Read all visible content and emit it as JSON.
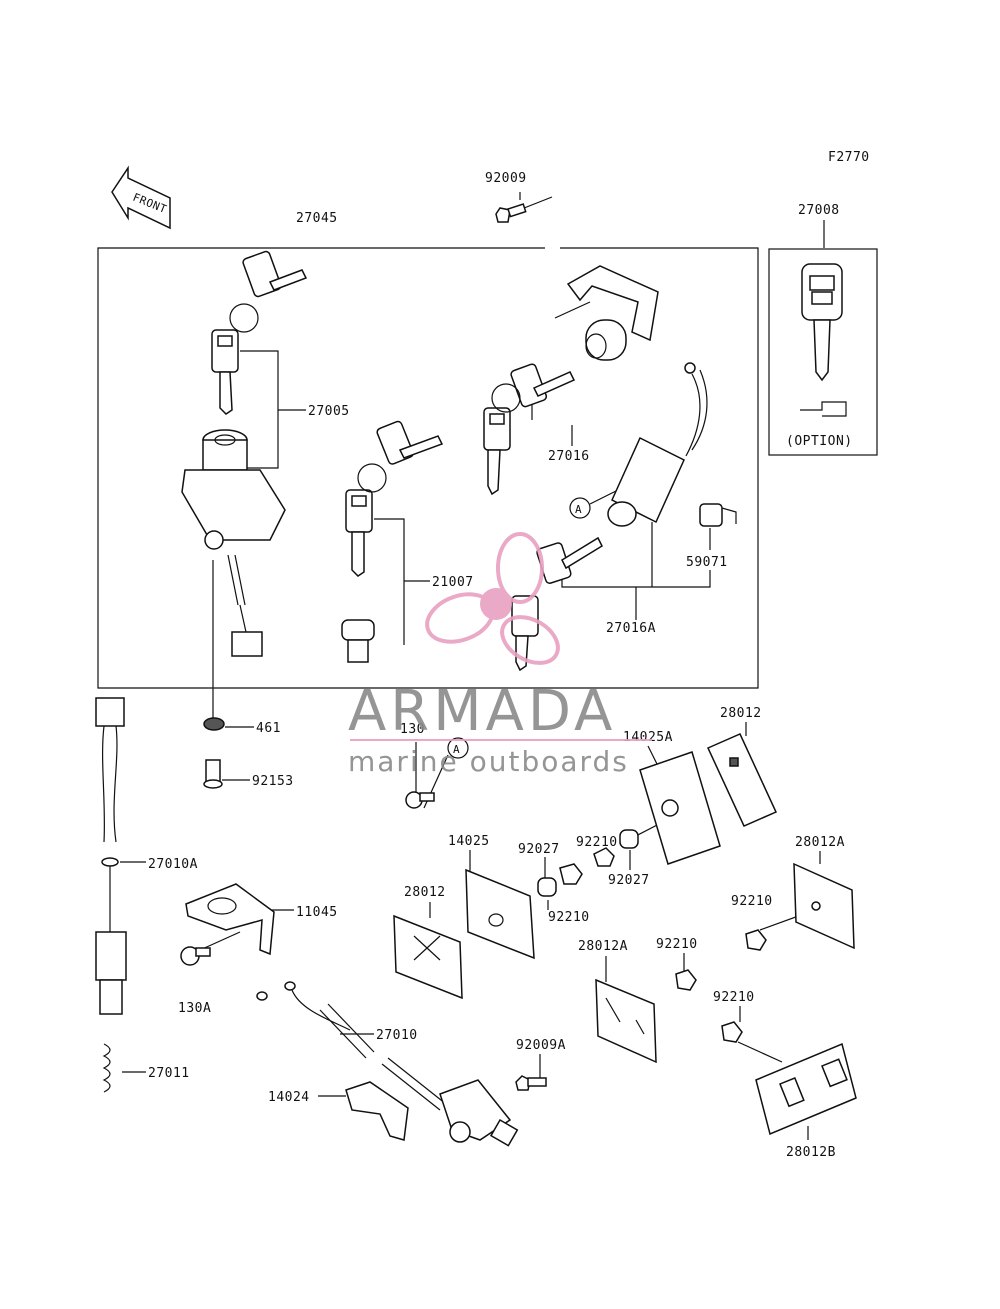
{
  "diagram_code": "F2770",
  "front_label": "FRONT",
  "option_label": "(OPTION)",
  "watermark": {
    "name": "ARMADA",
    "tagline": "marine outboards",
    "accent_color": "#e8a0c0",
    "text_color": "#8a8a8a"
  },
  "parts": {
    "p27045": "27045",
    "p92009": "92009",
    "p27008": "27008",
    "p27005": "27005",
    "p27016": "27016",
    "p21007": "21007",
    "p59071": "59071",
    "p27016A": "27016A",
    "p461": "461",
    "p92153": "92153",
    "p130": "130",
    "p14025A": "14025A",
    "p28012_top": "28012",
    "p92210_a": "92210",
    "p92027_a": "92027",
    "p92027_b": "92027",
    "p14025": "14025",
    "p28012_left": "28012",
    "p92210_b": "92210",
    "p28012A_right": "28012A",
    "p92210_c": "92210",
    "p27010A": "27010A",
    "p11045": "11045",
    "p130A": "130A",
    "p28012A_mid": "28012A",
    "p92210_d": "92210",
    "p92210_e": "92210",
    "p27010": "27010",
    "p92009A": "92009A",
    "p27011": "27011",
    "p14024": "14024",
    "p28012B": "28012B"
  },
  "callout_marker": "A"
}
